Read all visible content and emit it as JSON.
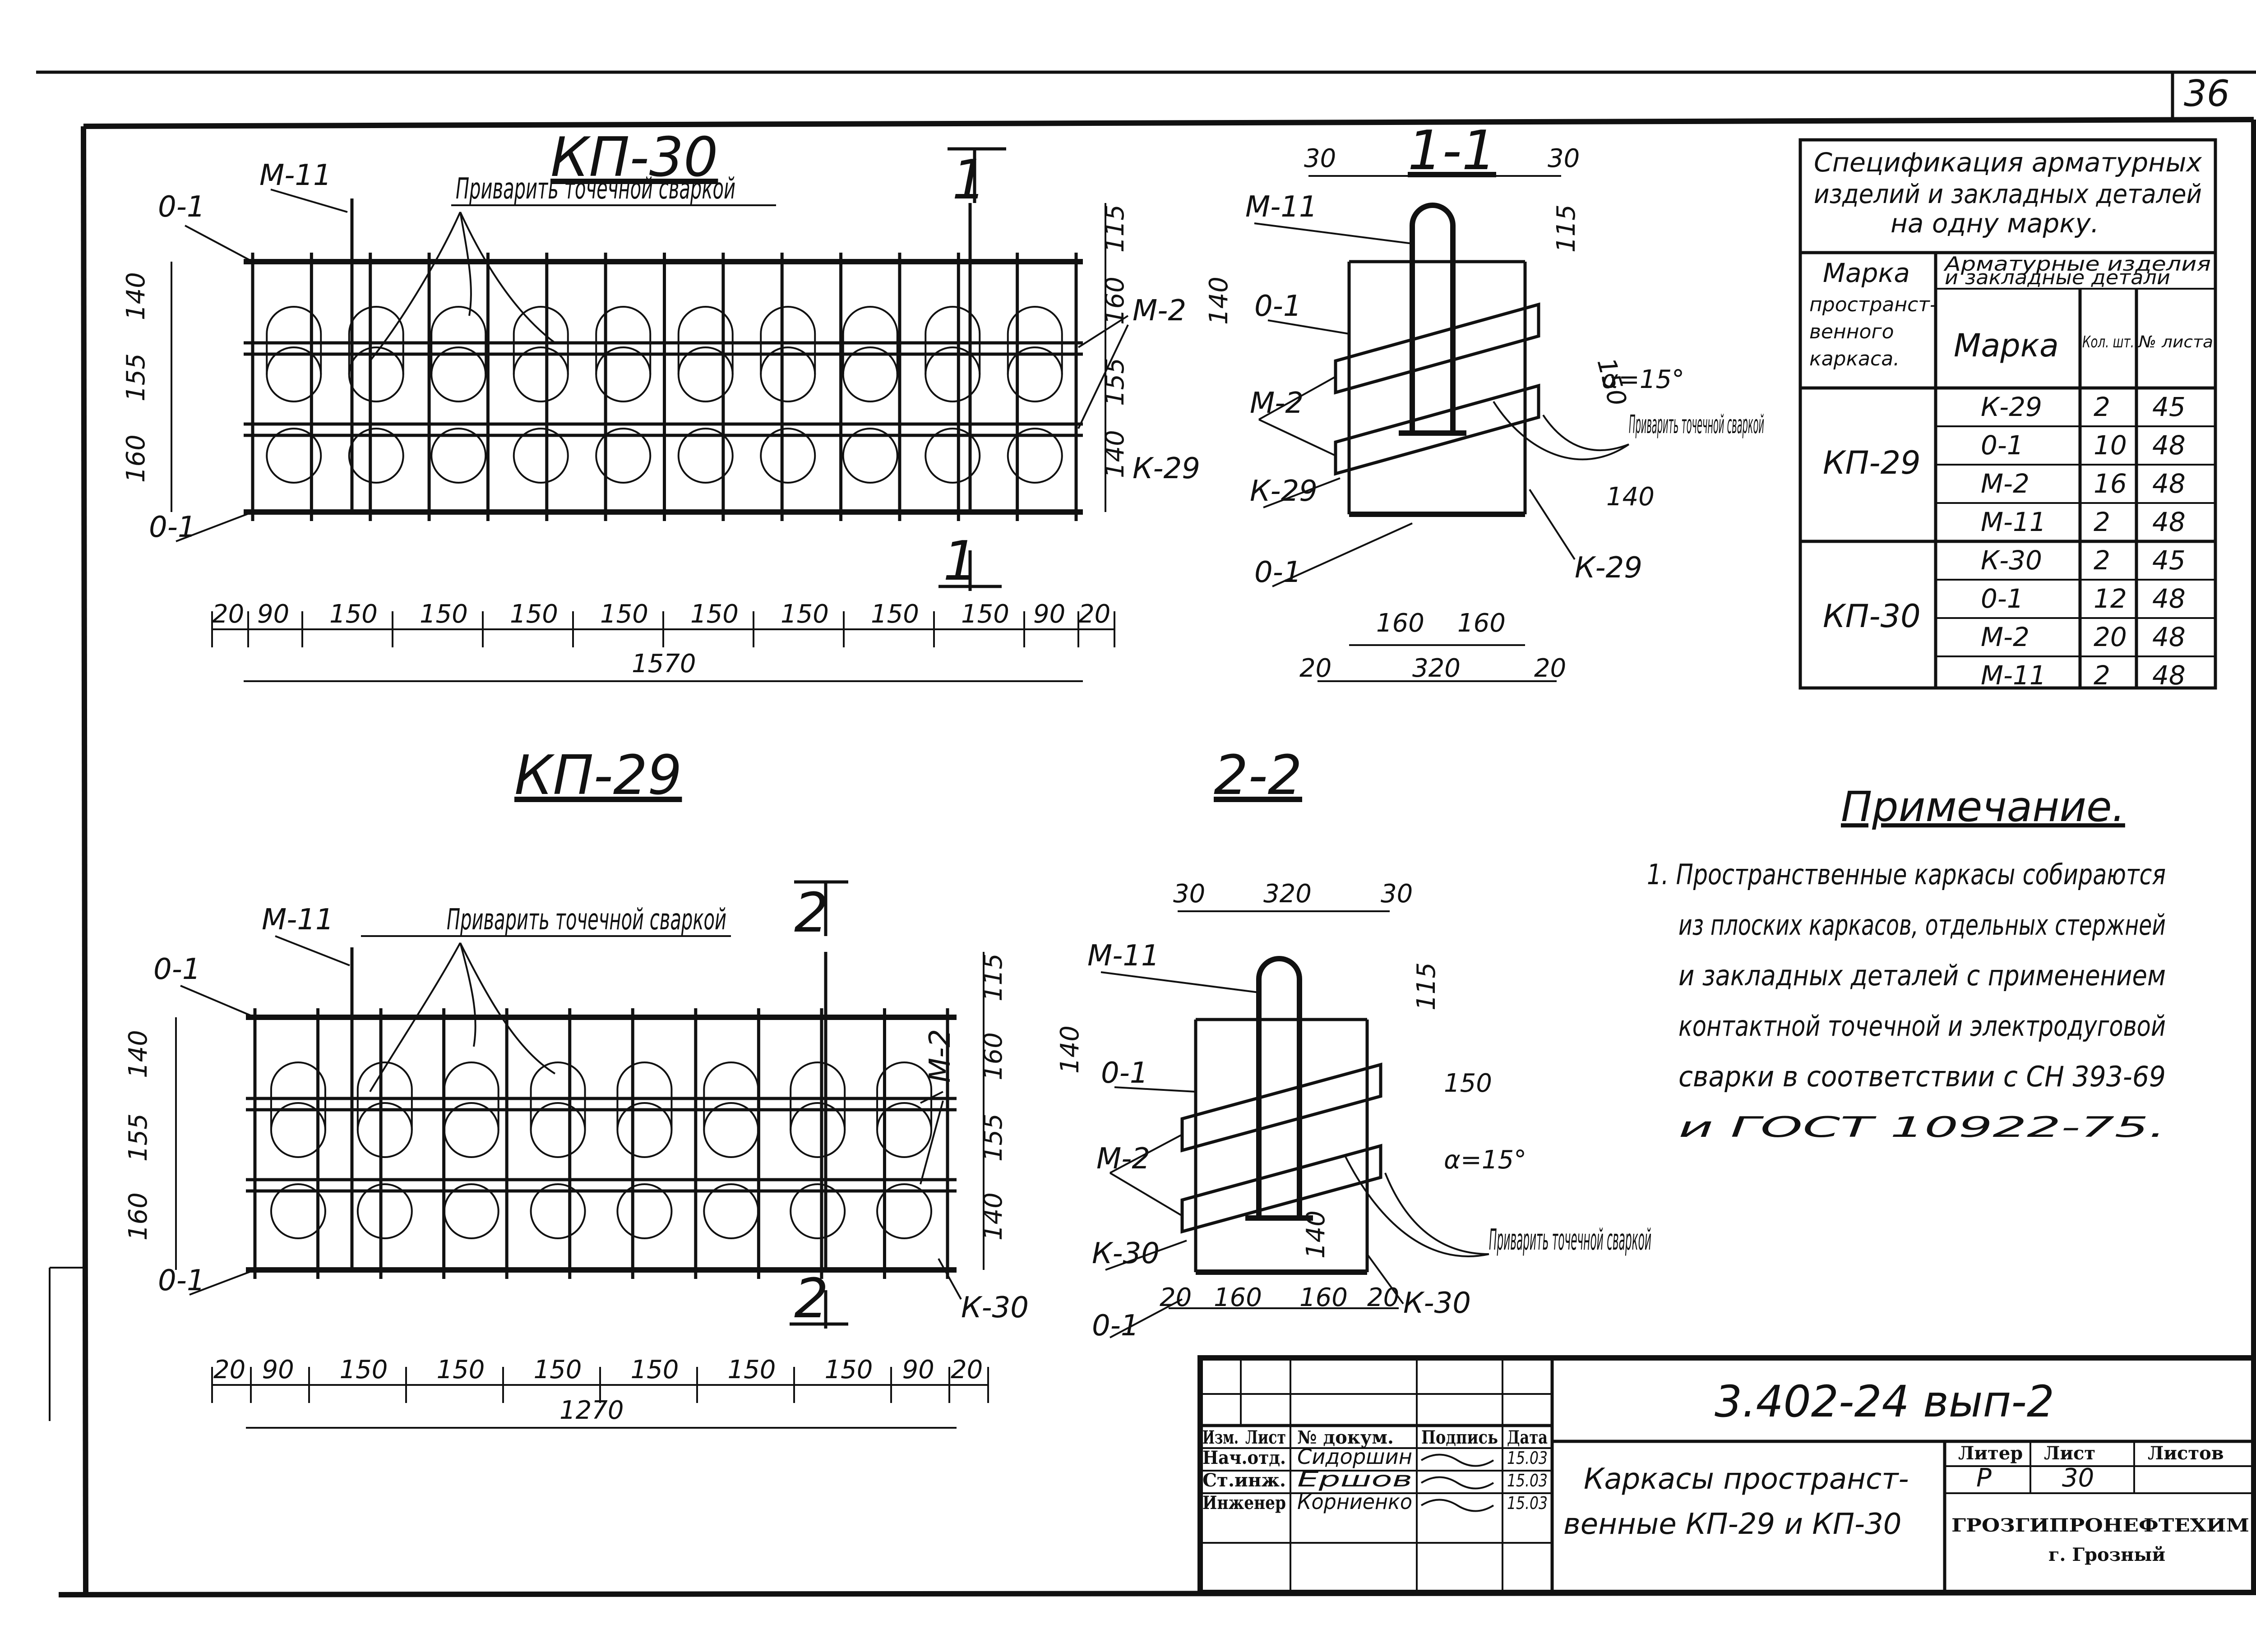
{
  "sheet": {
    "number": "36",
    "doc_code": "3.402-24 вып-2"
  },
  "views": {
    "kp30": {
      "title": "КП-30",
      "section_mark": "1",
      "weld_note": "Приварить точечной сваркой",
      "labels": {
        "o1": "0-1",
        "m11": "М-11",
        "m2": "М-2",
        "k29": "К-29"
      },
      "vdims": [
        "140",
        "155",
        "160"
      ],
      "rdims": [
        "115",
        "160",
        "155",
        "140"
      ],
      "bottom_dims": [
        "20",
        "90",
        "150",
        "150",
        "150",
        "150",
        "150",
        "150",
        "150",
        "150",
        "90",
        "20"
      ],
      "total": "1570"
    },
    "kp29": {
      "title": "КП-29",
      "section_mark": "2",
      "weld_note": "Приварить точечной сваркой",
      "labels": {
        "o1": "0-1",
        "m11": "М-11",
        "m2": "М-2",
        "k30": "К-30"
      },
      "vdims": [
        "140",
        "155",
        "160"
      ],
      "rdims": [
        "115",
        "160",
        "155",
        "140"
      ],
      "bottom_dims": [
        "20",
        "90",
        "150",
        "150",
        "150",
        "150",
        "150",
        "150",
        "90",
        "20"
      ],
      "total": "1270"
    },
    "s11": {
      "title": "1-1",
      "top": [
        "30",
        "30"
      ],
      "d115": "115",
      "d140": "140",
      "d150": "150",
      "angle": "α=15°",
      "d140b": "140",
      "weld_note": "Приварить точечной сваркой",
      "labels": {
        "m11": "М-11",
        "o1": "0-1",
        "m2": "М-2",
        "k29a": "К-29",
        "o1b": "0-1",
        "k29b": "К-29"
      },
      "bottom": [
        "160",
        "160"
      ],
      "base": [
        "20",
        "320",
        "20"
      ]
    },
    "s22": {
      "title": "2-2",
      "top": [
        "30",
        "320",
        "30"
      ],
      "d115": "115",
      "d140": "140",
      "d150": "150",
      "angle": "α=15°",
      "d140b": "140",
      "weld_note": "Приварить точечной сваркой",
      "labels": {
        "m11": "М-11",
        "o1": "0-1",
        "m2": "М-2",
        "k30": "К-30",
        "o1b": "0-1",
        "k30b": "К-30"
      },
      "bottom": [
        "20",
        "160",
        "160",
        "20"
      ]
    }
  },
  "spec": {
    "title": [
      "Спецификация арматурных",
      "изделий и закладных деталей",
      "на одну марку."
    ],
    "col_mark": [
      "Марка",
      "пространст-",
      "венного",
      "каркаса."
    ],
    "col_items": [
      "Арматурные изделия",
      "и закладные детали"
    ],
    "col_sub": [
      "Марка",
      "Кол. шт.",
      "№ листа"
    ],
    "groups": [
      {
        "name": "КП-29",
        "rows": [
          [
            "К-29",
            "2",
            "45"
          ],
          [
            "0-1",
            "10",
            "48"
          ],
          [
            "М-2",
            "16",
            "48"
          ],
          [
            "М-11",
            "2",
            "48"
          ]
        ]
      },
      {
        "name": "КП-30",
        "rows": [
          [
            "К-30",
            "2",
            "45"
          ],
          [
            "0-1",
            "12",
            "48"
          ],
          [
            "М-2",
            "20",
            "48"
          ],
          [
            "М-11",
            "2",
            "48"
          ]
        ]
      }
    ]
  },
  "note": {
    "title": "Примечание.",
    "lines": [
      "1. Пространственные каркасы собираются",
      "из плоских каркасов, отдельных стержней",
      "и закладных деталей с применением",
      "контактной точечной и электродуговой",
      "сварки в соответствии с СН 393-69",
      "и ГОСТ 10922-75."
    ]
  },
  "titleblock": {
    "headers": [
      "Изм.",
      "Лист",
      "№ докум.",
      "Подпись",
      "Дата"
    ],
    "rows": [
      [
        "Нач.отд.",
        "Сидоршин",
        "15.03"
      ],
      [
        "Ст.инж.",
        "Ершов",
        "15.03"
      ],
      [
        "Инженер",
        "Корниенко",
        "15.03"
      ]
    ],
    "name": [
      "Каркасы пространст-",
      "венные КП-29 и КП-30"
    ],
    "stage_headers": [
      "Литер",
      "Лист",
      "Листов"
    ],
    "stage_values": [
      "Р",
      "30",
      ""
    ],
    "org": [
      "ГРОЗГИПРОНЕФТЕХИМ",
      "г. Грозный"
    ]
  }
}
